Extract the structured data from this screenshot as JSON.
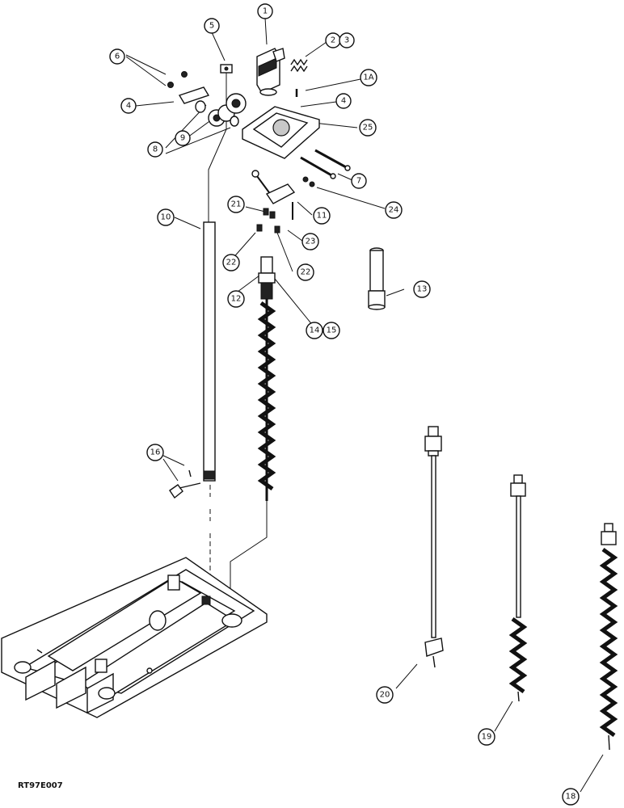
{
  "callouts": {
    "c1": "1",
    "c2": "2",
    "c3": "3",
    "c1a": "1A",
    "c4a": "4",
    "c4b": "4",
    "c5": "5",
    "c6": "6",
    "c7": "7",
    "c8": "8",
    "c9": "9",
    "c10": "10",
    "c11": "11",
    "c12": "12",
    "c13": "13",
    "c14": "14",
    "c15": "15",
    "c16": "16",
    "c18": "18",
    "c19": "19",
    "c20": "20",
    "c21": "21",
    "c22a": "22",
    "c22b": "22",
    "c23": "23",
    "c24": "24",
    "c25": "25"
  },
  "figure_code": "RT97E007"
}
